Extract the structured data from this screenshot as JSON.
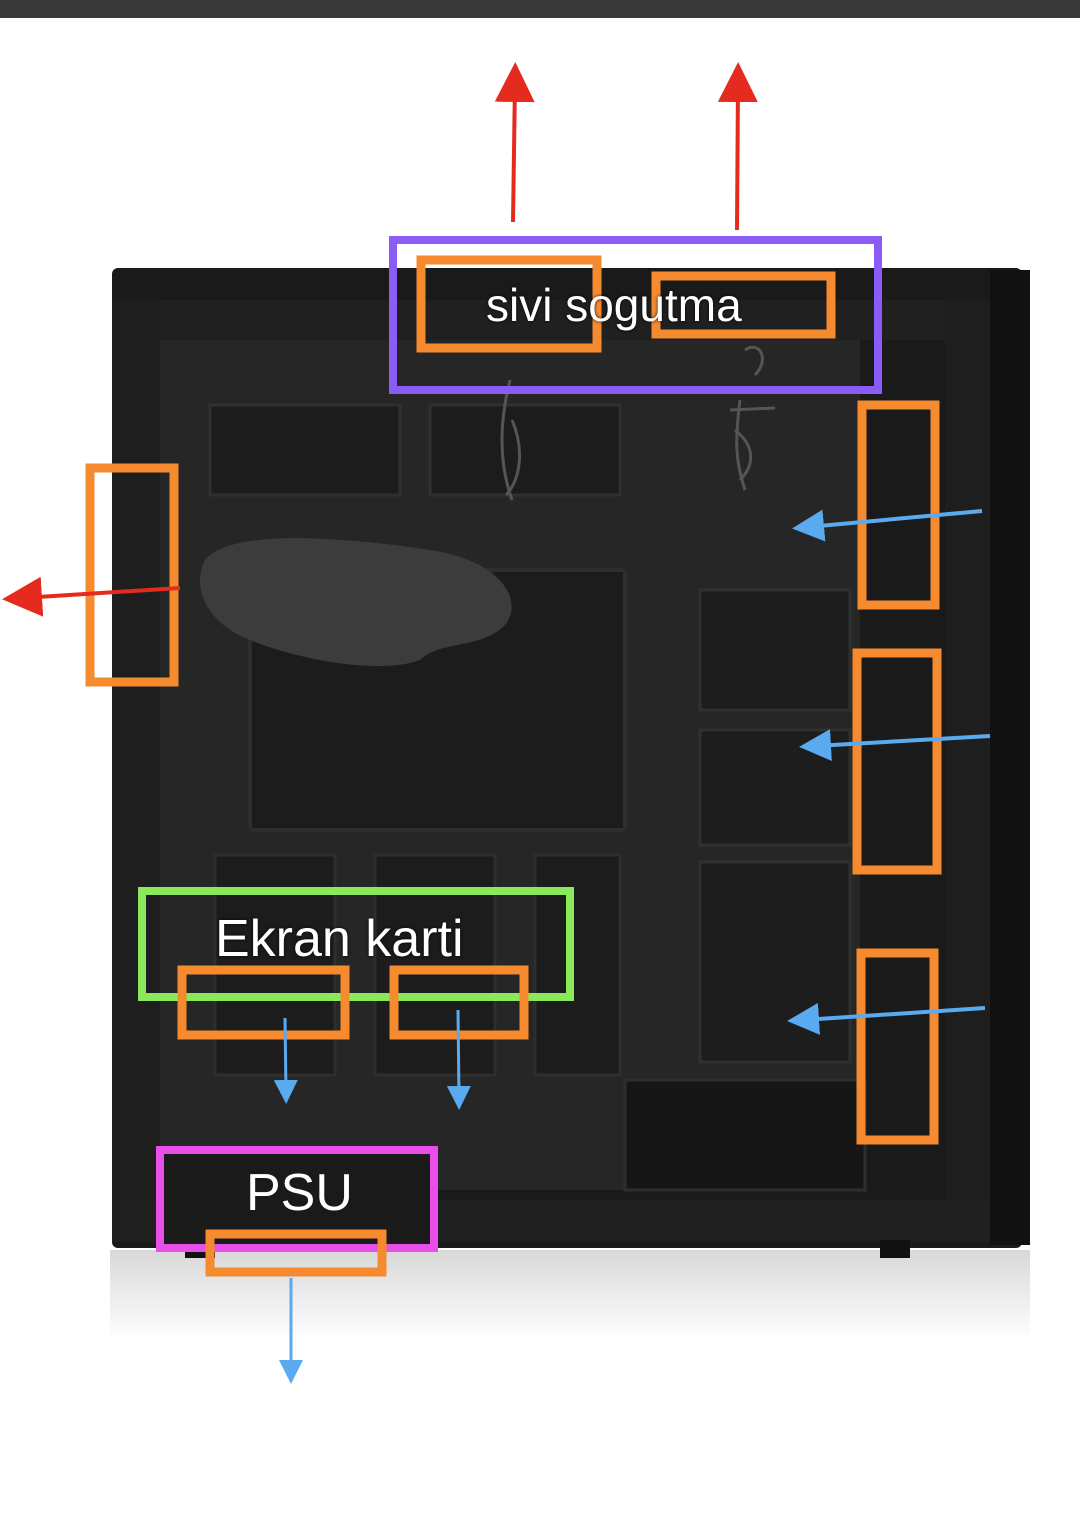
{
  "labels": {
    "liquid_cooling": "sivi sogutma",
    "graphics_card": "Ekran karti",
    "psu": "PSU"
  },
  "colors": {
    "top_bar": "#383838",
    "case_body": "#1a1a1a",
    "case_panel": "#262626",
    "fan_slot_outline": "#f58a2e",
    "liquid_cooling_box": "#8a5cf5",
    "graphics_card_box": "#8be85a",
    "psu_box": "#e84ee8",
    "exhaust_arrow": "#e52a1e",
    "intake_arrow": "#5aaaf0",
    "scribble_blob": "#3c3c3c"
  },
  "icons": {
    "exhaust": "red-arrow-icon",
    "intake": "blue-arrow-icon"
  }
}
